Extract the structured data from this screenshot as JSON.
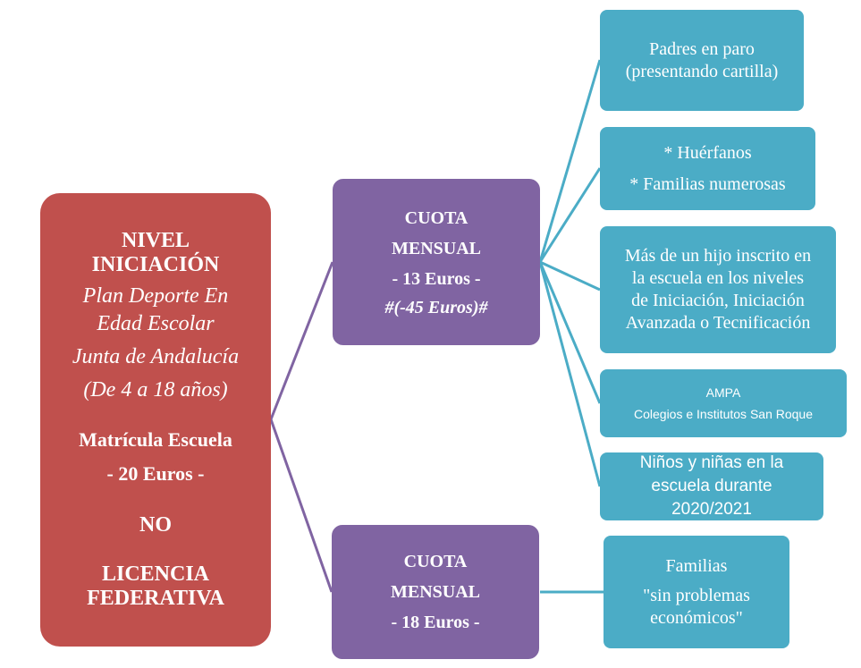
{
  "colors": {
    "root": "#c0504d",
    "middle": "#8064a2",
    "leaf": "#4bacc6",
    "connector_purple": "#8064a2",
    "connector_blue": "#4bacc6"
  },
  "root": {
    "title_line1": "NIVEL",
    "title_line2": "INICIACIÓN",
    "plan_line1": "Plan Deporte En",
    "plan_line2": "Edad Escolar",
    "junta": "Junta de Andalucía",
    "ages": "(De 4 a 18 años)",
    "matricula": "Matrícula Escuela",
    "matricula_price": "- 20 Euros -",
    "no": "NO",
    "licencia_line1": "LICENCIA",
    "licencia_line2": "FEDERATIVA"
  },
  "cuota_reducida": {
    "line1": "CUOTA",
    "line2": "MENSUAL",
    "price": "- 13 Euros -",
    "alt_price": "#(-45 Euros)#"
  },
  "cuota_normal": {
    "line1": "CUOTA",
    "line2": "MENSUAL",
    "price": "- 18 Euros -"
  },
  "reducida_casos": {
    "padres_line1": "Padres en paro",
    "padres_line2": "(presentando cartilla)",
    "huerfanos": "* Huérfanos",
    "numerosas": "* Familias numerosas",
    "hijos_line1": "Más de un hijo inscrito en",
    "hijos_line2": "la escuela en los niveles",
    "hijos_line3": "de Iniciación, Iniciación",
    "hijos_line4": "Avanzada o Tecnificación",
    "ampa_line1": "AMPA",
    "ampa_line2": "Colegios e Institutos  San Roque",
    "ninos_line1": "Niños y niñas en la",
    "ninos_line2": "escuela durante",
    "ninos_line3": "2020/2021"
  },
  "normal_casos": {
    "familias_line1": "Familias",
    "familias_line2": "\"sin problemas",
    "familias_line3": "económicos\""
  }
}
